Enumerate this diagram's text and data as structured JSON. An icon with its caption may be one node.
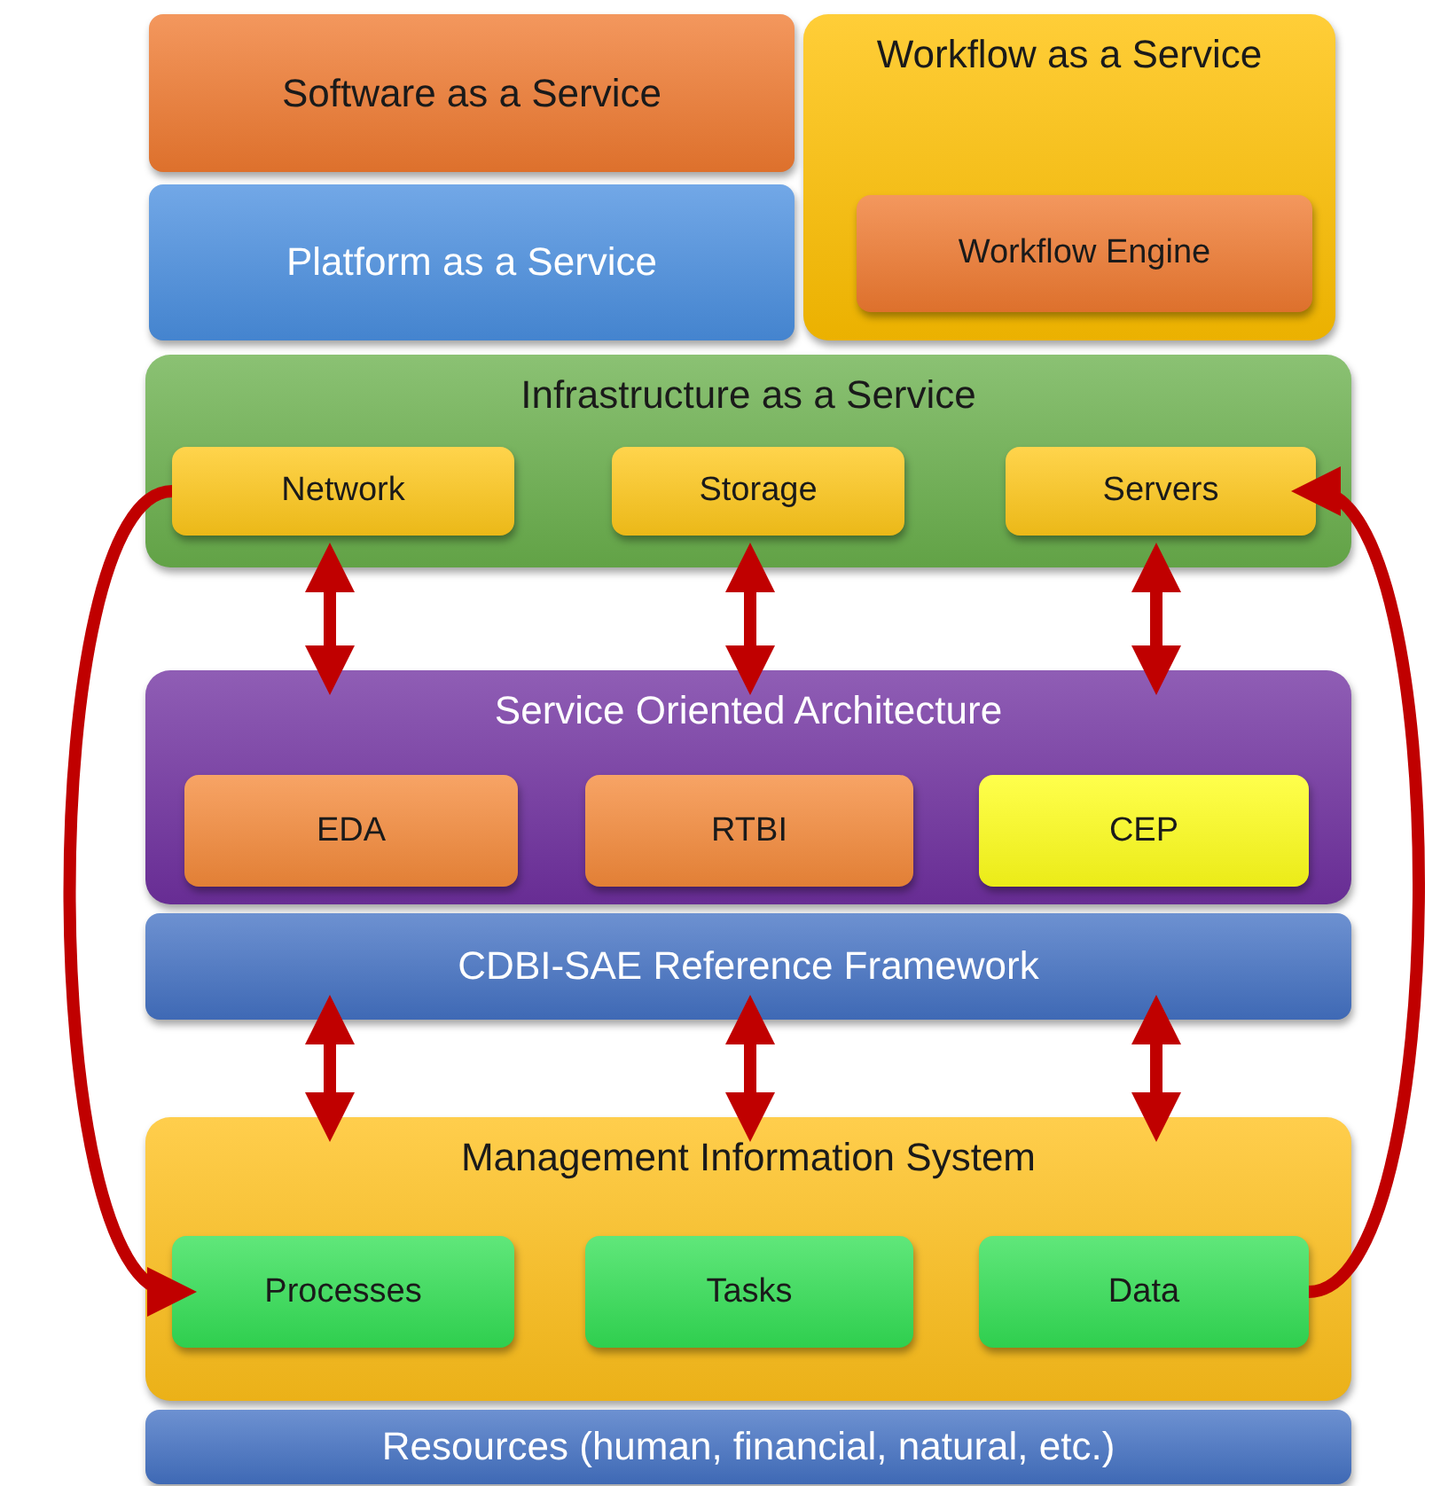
{
  "diagram": {
    "nodes": [
      {
        "text": [
          "Software as a Service"
        ]
      },
      {
        "text": [
          "Workflow as a Service"
        ]
      },
      {
        "text": [
          "Workflow Engine"
        ],
        "in": 1
      },
      {
        "text": [
          "Platform as a Service"
        ]
      },
      {
        "text": [
          "Infrastructure as a Service"
        ]
      },
      {
        "text": [
          "Network"
        ],
        "in": 4
      },
      {
        "text": [
          "Storage"
        ],
        "in": 4
      },
      {
        "text": [
          "Servers"
        ],
        "in": 4
      },
      {
        "text": [
          "Service Oriented Architecture"
        ]
      },
      {
        "text": [
          "EDA"
        ],
        "in": 8
      },
      {
        "text": [
          "RTBI"
        ],
        "in": 8
      },
      {
        "text": [
          "CEP"
        ],
        "in": 8
      },
      {
        "text": [
          "CDBI-SAE Reference Framework"
        ]
      },
      {
        "text": [
          "Management Information System"
        ]
      },
      {
        "text": [
          "Processes"
        ],
        "in": 13
      },
      {
        "text": [
          "Tasks"
        ],
        "in": 13
      },
      {
        "text": [
          "Data"
        ],
        "in": 13
      },
      {
        "text": [
          "Resources (human, financial, natural, etc.)"
        ]
      }
    ],
    "edges": [
      {
        "from": 4,
        "to": 8,
        "arrow": "both"
      },
      {
        "from": 4,
        "to": 8,
        "arrow": "both"
      },
      {
        "from": 4,
        "to": 8,
        "arrow": "both"
      },
      {
        "from": 12,
        "to": 13,
        "arrow": "both"
      },
      {
        "from": 12,
        "to": 13,
        "arrow": "both"
      },
      {
        "from": 12,
        "to": 13,
        "arrow": "both"
      },
      {
        "from": 5,
        "to": 14,
        "arrow": "to"
      },
      {
        "from": 16,
        "to": 7,
        "arrow": "to"
      }
    ]
  }
}
